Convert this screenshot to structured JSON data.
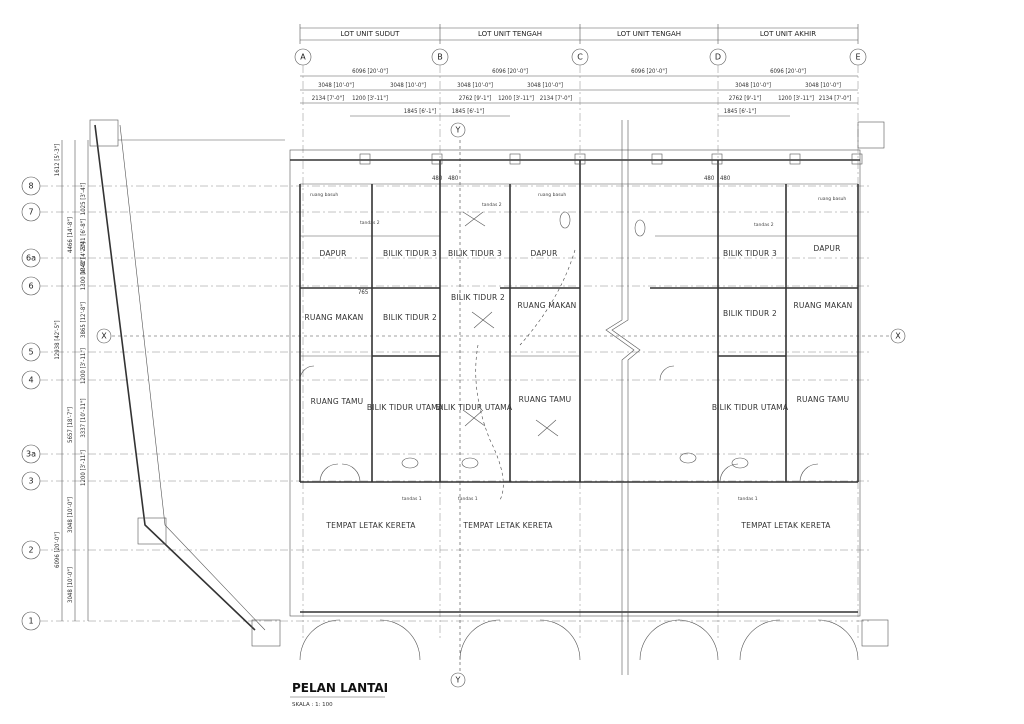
{
  "title": "PELAN LANTAI",
  "scale": "SKALA : 1: 100",
  "lots": [
    {
      "label": "LOT UNIT SUDUT"
    },
    {
      "label": "LOT UNIT TENGAH"
    },
    {
      "label": "LOT UNIT TENGAH"
    },
    {
      "label": "LOT UNIT AKHIR"
    }
  ],
  "grid_cols": [
    "A",
    "B",
    "C",
    "D",
    "E"
  ],
  "grid_rows": [
    "8",
    "7",
    "6a",
    "6",
    "5",
    "4",
    "3a",
    "3",
    "2",
    "1"
  ],
  "section_marks": {
    "y": "Y",
    "x": "X"
  },
  "col_dims": {
    "lot_width": "6096 [20'-0\"]",
    "half": "3048 [10'-0\"]",
    "d2134": "2134 [7'-0\"]",
    "d1200": "1200 [3'-11\"]",
    "d2762": "2762 [9'-1\"]",
    "d1845": "1845 [6'-1\"]"
  },
  "row_dims": {
    "r1612": "1612 [5'-3\"]",
    "r1025": "1025 [3'-4\"]",
    "r4466": "4466 [14'-8\"]",
    "r2041": "2041 [6'-8\"]",
    "r1341": "1341 [4'-5\"]",
    "r1300": "1300 [4'-3\"]",
    "r12938": "12938 [42'-5\"]",
    "r3865": "3865 [12'-8\"]",
    "r1200": "1200 [3'-11\"]",
    "r5657": "5657 [18'-7\"]",
    "r3337": "3337 [10'-11\"]",
    "r1200b": "1200 [3'-11\"]",
    "r6096": "6096 [20'-0\"]",
    "r3048a": "3048 [10'-0\"]",
    "r3048b": "3048 [10'-0\"]"
  },
  "small_marks": {
    "m480": "480",
    "m765": "765"
  },
  "rooms": {
    "dapur": "DAPUR",
    "bilik_tidur_3": "BILIK TIDUR 3",
    "bilik_tidur_2": "BILIK TIDUR 2",
    "ruang_makan": "RUANG MAKAN",
    "ruang_tamu": "RUANG TAMU",
    "bilik_tidur_utama": "BILIK TIDUR UTAMA",
    "tempat_letak_kereta": "TEMPAT LETAK KERETA",
    "ruang_basuh": "ruang basuh",
    "tandas_1": "tandas 1",
    "tandas_2": "tandas 2"
  }
}
